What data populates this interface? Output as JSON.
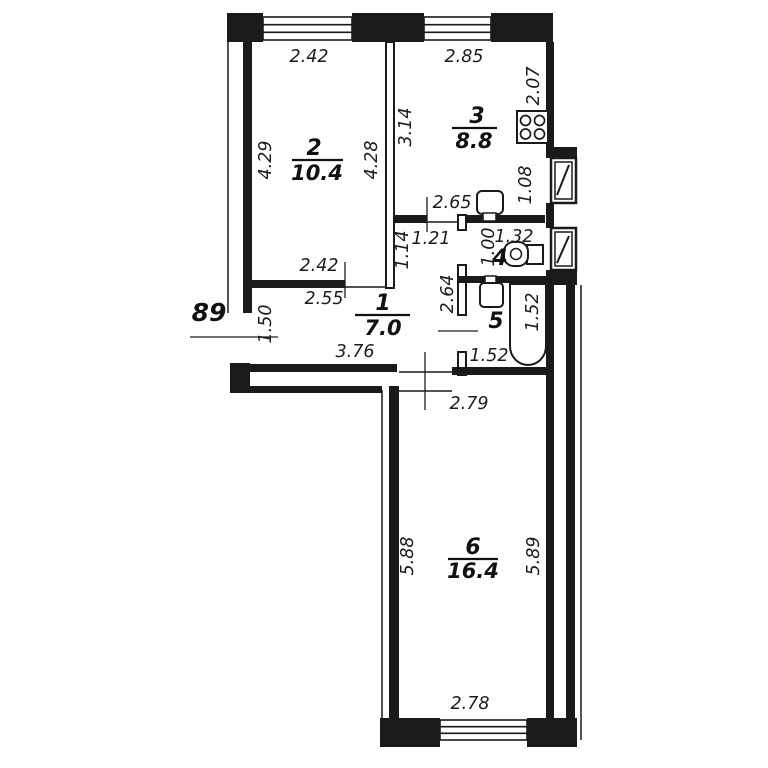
{
  "apartment": {
    "number_label": "89"
  },
  "rooms": [
    {
      "number": "1",
      "area": "7.0"
    },
    {
      "number": "2",
      "area": "10.4"
    },
    {
      "number": "3",
      "area": "8.8"
    },
    {
      "number": "4"
    },
    {
      "number": "5"
    },
    {
      "number": "6",
      "area": "16.4"
    }
  ],
  "dimensions": {
    "room2_top": "2.42",
    "room2_left": "4.29",
    "room2_right": "4.28",
    "room2_bottom_outer": "2.42",
    "room2_bottom_inner": "2.55",
    "room3_top": "2.85",
    "room3_left": "3.14",
    "room3_right": "2.07",
    "room3_right_lower": "1.08",
    "kitchen_bottom": "2.65",
    "hall_neck_width": "1.21",
    "hall_neck_height": "1.14",
    "hall_height": "2.64",
    "hall_width": "3.76",
    "entry_wall": "1.50",
    "wc_width": "1.32",
    "wc_height": "1.00",
    "bath_width": "1.52",
    "bath_height": "1.52",
    "room6_top": "2.79",
    "room6_left": "5.88",
    "room6_right": "5.89",
    "room6_bottom": "2.78"
  },
  "fixtures": [
    "stove-icon",
    "kitchen-sink-icon",
    "toilet-icon",
    "washbasin-icon",
    "bathtub-icon",
    "entrance-door-icon",
    "window-icon"
  ],
  "colors": {
    "ink": "#1a1a1a",
    "background": "#ffffff"
  }
}
